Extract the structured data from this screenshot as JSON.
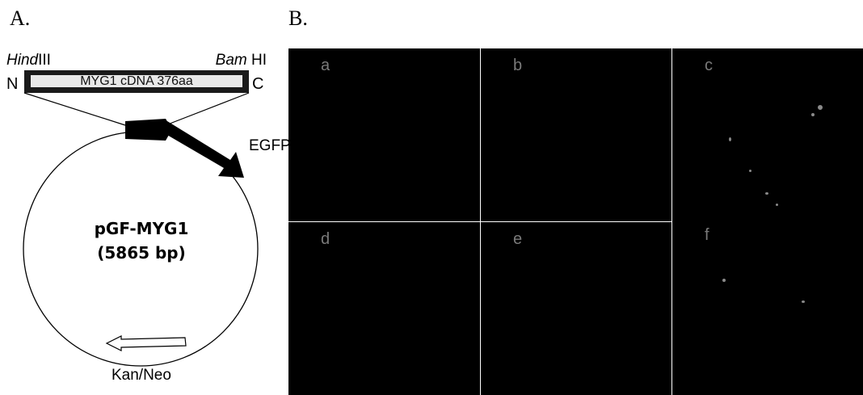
{
  "panel_a": {
    "label": "A.",
    "site_left": {
      "italic": "Hind",
      "roman": "III"
    },
    "site_right": {
      "italic": "Bam",
      "roman": " HI"
    },
    "terminus_n": "N",
    "terminus_c": "C",
    "insert_label": "MYG1 cDNA 376aa",
    "egfp_label": "EGFP",
    "plasmid_name": "pGF-MYG1",
    "plasmid_size": "(5865 bp)",
    "kan_label": "Kan/Neo"
  },
  "panel_b": {
    "label": "B.",
    "tiles": [
      "a",
      "b",
      "c",
      "d",
      "e",
      "f"
    ],
    "tile_color": "#000000",
    "letter_color": "#7a7a7a"
  }
}
